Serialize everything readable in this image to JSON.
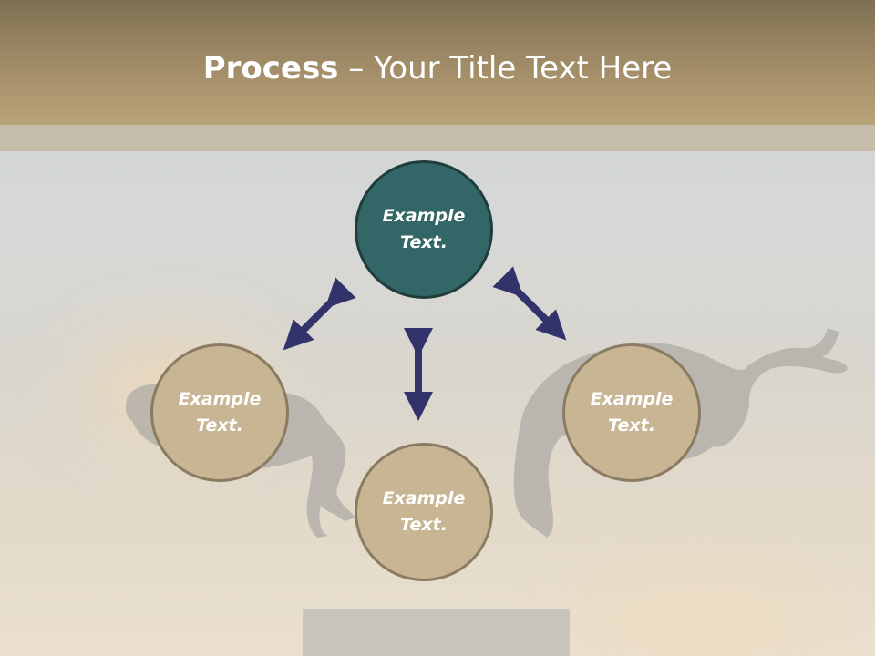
{
  "slide": {
    "title_bold": "Process",
    "title_rest": " – Your Title Text Here"
  },
  "nodes": [
    {
      "id": "top",
      "line1": "Example",
      "line2": "Text.",
      "color": "#336666"
    },
    {
      "id": "left",
      "line1": "Example",
      "line2": "Text.",
      "color": "#c8b593"
    },
    {
      "id": "bottom",
      "line1": "Example",
      "line2": "Text.",
      "color": "#c8b593"
    },
    {
      "id": "right",
      "line1": "Example",
      "line2": "Text.",
      "color": "#c8b593"
    }
  ],
  "arrows": [
    {
      "from": "top",
      "to": "left",
      "type": "double-headed"
    },
    {
      "from": "top",
      "to": "bottom",
      "type": "double-headed"
    },
    {
      "from": "top",
      "to": "right",
      "type": "double-headed"
    }
  ],
  "colors": {
    "header": "#a08b67",
    "arrow": "#33336b",
    "accent_node": "#336666",
    "node": "#c8b593",
    "node_border": "#8a7b62"
  }
}
